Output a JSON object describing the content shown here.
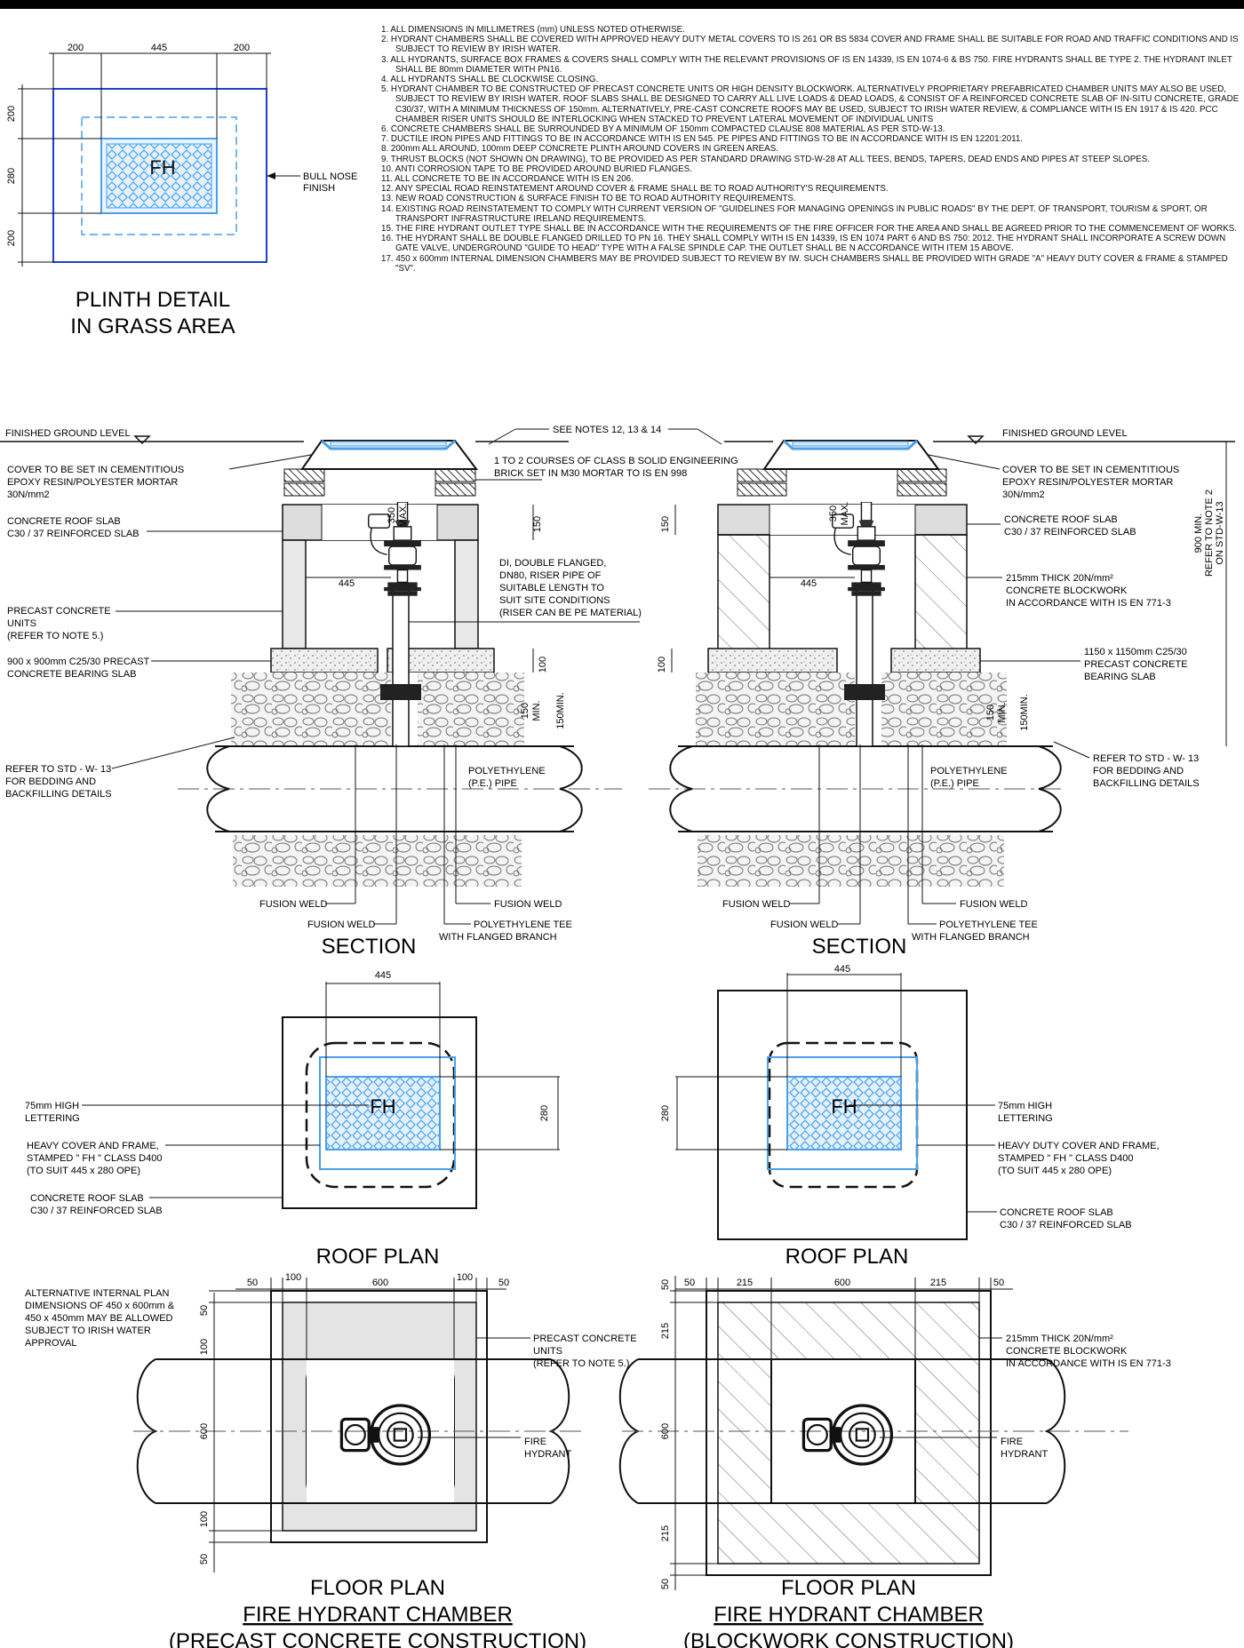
{
  "notes": [
    "1. ALL DIMENSIONS IN MILLIMETRES (mm) UNLESS NOTED OTHERWISE.",
    "2. HYDRANT CHAMBERS SHALL BE COVERED WITH APPROVED HEAVY DUTY METAL COVERS TO IS 261 OR BS 5834 COVER AND FRAME SHALL BE SUITABLE FOR ROAD AND TRAFFIC CONDITIONS AND IS SUBJECT TO REVIEW BY IRISH WATER.",
    "3. ALL HYDRANTS, SURFACE BOX FRAMES & COVERS SHALL COMPLY WITH THE RELEVANT PROVISIONS OF IS EN 14339, IS EN 1074-6 & BS 750. FIRE HYDRANTS SHALL BE TYPE 2. THE HYDRANT INLET SHALL BE 80mm DIAMETER WITH PN16.",
    "4. ALL HYDRANTS SHALL BE CLOCKWISE CLOSING.",
    "5. HYDRANT CHAMBER TO BE CONSTRUCTED OF PRECAST CONCRETE UNITS OR HIGH DENSITY BLOCKWORK. ALTERNATIVELY PROPRIETARY PREFABRICATED CHAMBER UNITS MAY ALSO BE USED, SUBJECT TO REVIEW BY IRISH WATER. ROOF SLABS SHALL BE DESIGNED TO CARRY ALL LIVE LOADS & DEAD LOADS, & CONSIST OF A REINFORCED CONCRETE SLAB OF IN-SITU CONCRETE, GRADE C30/37, WITH A MINIMUM THICKNESS OF 150mm. ALTERNATIVELY, PRE-CAST CONCRETE ROOFS MAY BE USED, SUBJECT TO IRISH WATER REVIEW, & COMPLIANCE WITH IS EN 1917 & IS 420. PCC CHAMBER RISER UNITS SHOULD BE INTERLOCKING WHEN STACKED TO PREVENT LATERAL MOVEMENT OF INDIVIDUAL UNITS",
    "6. CONCRETE CHAMBERS SHALL BE SURROUNDED BY A MINIMUM OF 150mm COMPACTED CLAUSE 808 MATERIAL AS PER STD-W-13.",
    "7. DUCTILE IRON PIPES AND FITTINGS TO BE IN ACCORDANCE WITH IS EN 545. PE PIPES AND FITTINGS TO BE IN ACCORDANCE WITH IS EN 12201:2011.",
    "8. 200mm ALL AROUND, 100mm DEEP CONCRETE PLINTH AROUND COVERS IN GREEN AREAS.",
    "9. THRUST BLOCKS (NOT SHOWN ON DRAWING), TO BE PROVIDED AS PER STANDARD DRAWING STD-W-28 AT ALL TEES, BENDS, TAPERS, DEAD ENDS AND PIPES AT STEEP SLOPES.",
    "10. ANTI CORROSION TAPE TO BE PROVIDED AROUND BURIED FLANGES.",
    "11. ALL CONCRETE TO BE IN ACCORDANCE WITH IS EN 206.",
    "12. ANY SPECIAL ROAD REINSTATEMENT AROUND COVER & FRAME SHALL BE TO ROAD AUTHORITY'S REQUIREMENTS.",
    "13. NEW ROAD CONSTRUCTION & SURFACE FINISH TO BE TO ROAD AUTHORITY REQUIREMENTS.",
    "14. EXISTING ROAD REINSTATEMENT TO COMPLY WITH CURRENT VERSION OF \"GUIDELINES FOR MANAGING OPENINGS IN PUBLIC ROADS\" BY THE DEPT. OF TRANSPORT, TOURISM & SPORT, OR TRANSPORT INFRASTRUCTURE IRELAND REQUIREMENTS.",
    "15. THE FIRE HYDRANT OUTLET TYPE SHALL BE IN ACCORDANCE WITH THE REQUIREMENTS OF THE FIRE OFFICER FOR THE AREA AND SHALL BE AGREED PRIOR TO THE COMMENCEMENT OF WORKS.",
    "16. THE HYDRANT SHALL BE DOUBLE FLANGED DRILLED TO PN 16. THEY SHALL COMPLY WITH IS EN 14339, IS EN 1074 PART 6 AND BS 750: 2012. THE HYDRANT SHALL INCORPORATE A SCREW DOWN GATE VALVE, UNDERGROUND \"GUIDE TO HEAD\" TYPE WITH A FALSE SPINDLE CAP. THE OUTLET SHALL BE N ACCORDANCE WITH ITEM 15 ABOVE.",
    "17. 450 x 600mm INTERNAL DIMENSION CHAMBERS MAY BE PROVIDED SUBJECT TO REVIEW BY IW. SUCH CHAMBERS SHALL BE PROVIDED WITH GRADE \"A\" HEAVY DUTY COVER & FRAME & STAMPED \"SV\"."
  ],
  "plinth": {
    "title_line1": "PLINTH DETAIL",
    "title_line2": "IN GRASS AREA",
    "dim_200": "200",
    "dim_445": "445",
    "dim_280": "280",
    "bull_nose": "BULL NOSE",
    "finish": "FINISH",
    "fh": "FH"
  },
  "section_common": {
    "finished_ground_level": "FINISHED GROUND LEVEL",
    "see_notes": "SEE NOTES 12, 13 & 14",
    "fusion_weld": "FUSION WELD",
    "pe_tee_1": "POLYETHYLENE TEE",
    "pe_tee_2": "WITH FLANGED BRANCH",
    "pe_pipe_1": "POLYETHYLENE",
    "pe_pipe_2": "(P.E.) PIPE",
    "refer_1": "REFER TO STD - W- 13",
    "refer_2": "FOR BEDDING AND",
    "refer_3": "BACKFILLING DETAILS",
    "cover_1": "COVER TO BE SET IN CEMENTITIOUS",
    "cover_2": "EPOXY RESIN/POLYESTER MORTAR",
    "cover_3": "30N/mm2",
    "roof_1": "CONCRETE ROOF SLAB",
    "roof_2": "C30 / 37 REINFORCED SLAB",
    "title": "SECTION",
    "dim_350": "350",
    "dim_max": "MAX.",
    "dim_150": "150",
    "dim_100": "100",
    "dim_445": "445",
    "dim_min": "MIN.",
    "dim_150min": "150MIN."
  },
  "section_left": {
    "brick_1": "1 TO 2 COURSES OF CLASS B SOLID ENGINEERING",
    "brick_2": "BRICK SET IN M30 MORTAR TO IS EN 998",
    "di_1": "DI, DOUBLE FLANGED,",
    "di_2": "DN80, RISER PIPE OF",
    "di_3": "SUITABLE LENGTH TO",
    "di_4": "SUIT SITE CONDITIONS",
    "di_5": "(RISER CAN BE PE MATERIAL)",
    "precast_1": "PRECAST CONCRETE",
    "precast_2": "UNITS",
    "precast_3": "(REFER TO NOTE 5.)",
    "bearing_1": "900 x 900mm C25/30 PRECAST",
    "bearing_2": "CONCRETE BEARING SLAB"
  },
  "section_right": {
    "block_1": "215mm THICK 20N/mm²",
    "block_2": "CONCRETE BLOCKWORK",
    "block_3": "IN ACCORDANCE WITH IS EN 771-3",
    "bearing_1": "1150 x 1150mm C25/30",
    "bearing_2": "PRECAST CONCRETE",
    "bearing_3": "BEARING SLAB",
    "vdim_1": "900 MIN.",
    "vdim_2": "REFER TO NOTE 2",
    "vdim_3": "ON STD-W-13"
  },
  "roof_plan": {
    "title": "ROOF PLAN",
    "fh": "FH",
    "dim_445": "445",
    "dim_280": "280",
    "letter_1": "75mm HIGH",
    "letter_2": "LETTERING",
    "left_cover_1": "HEAVY COVER AND FRAME,",
    "right_cover_1": "HEAVY DUTY COVER AND FRAME,",
    "cover_2": "STAMPED \" FH \" CLASS D400",
    "cover_3": "(TO SUIT 445 x 280 OPE)",
    "roof_1": "CONCRETE ROOF SLAB",
    "roof_2": "C30 / 37 REINFORCED SLAB"
  },
  "floor_plan": {
    "title": "FLOOR PLAN",
    "subtitle": "FIRE HYDRANT CHAMBER",
    "left_type": "(PRECAST CONCRETE CONSTRUCTION)",
    "right_type": "(BLOCKWORK CONSTRUCTION)",
    "alt_1": "ALTERNATIVE INTERNAL PLAN",
    "alt_2": "DIMENSIONS OF 450 x 600mm &",
    "alt_3": "450 x 450mm MAY BE ALLOWED",
    "alt_4": "SUBJECT TO IRISH WATER",
    "alt_5": "APPROVAL",
    "precast_1": "PRECAST CONCRETE",
    "precast_2": "UNITS",
    "precast_3": "(REFER TO NOTE 5.)",
    "fire_1": "FIRE",
    "fire_2": "HYDRANT",
    "block_1": "215mm THICK 20N/mm²",
    "block_2": "CONCRETE BLOCKWORK",
    "block_3": "IN ACCORDANCE WITH IS EN 771-3",
    "d50": "50",
    "d100": "100",
    "d600": "600",
    "d215": "215"
  },
  "colors": {
    "ink": "#111111",
    "cover_blue": "#4a9fe8",
    "cover_fill": "#cfe6fb",
    "hatch": "#555555",
    "precast_fill": "#e4e4e4"
  }
}
